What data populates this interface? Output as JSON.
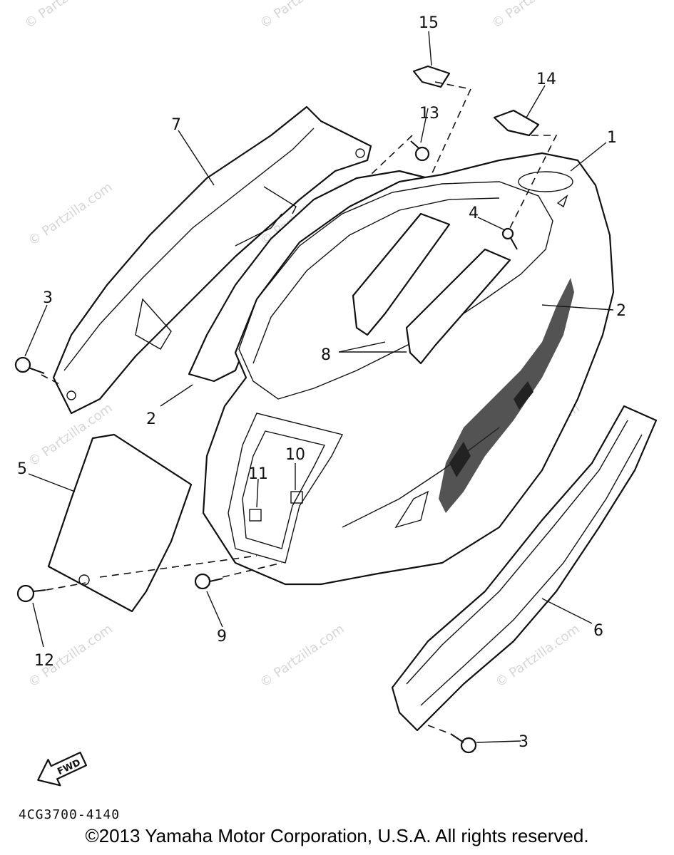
{
  "callouts": [
    {
      "label": "1"
    },
    {
      "label": "2"
    },
    {
      "label": "2"
    },
    {
      "label": "3"
    },
    {
      "label": "3"
    },
    {
      "label": "4"
    },
    {
      "label": "5"
    },
    {
      "label": "6"
    },
    {
      "label": "7"
    },
    {
      "label": "8"
    },
    {
      "label": "9"
    },
    {
      "label": "10"
    },
    {
      "label": "11"
    },
    {
      "label": "12"
    },
    {
      "label": "13"
    },
    {
      "label": "14"
    },
    {
      "label": "15"
    }
  ],
  "watermark": "© Partzilla.com",
  "fwd_label": "FWD",
  "diagram_code": "4CG3700-4140",
  "copyright": "©2013 Yamaha Motor Corporation, U.S.A. All rights reserved."
}
